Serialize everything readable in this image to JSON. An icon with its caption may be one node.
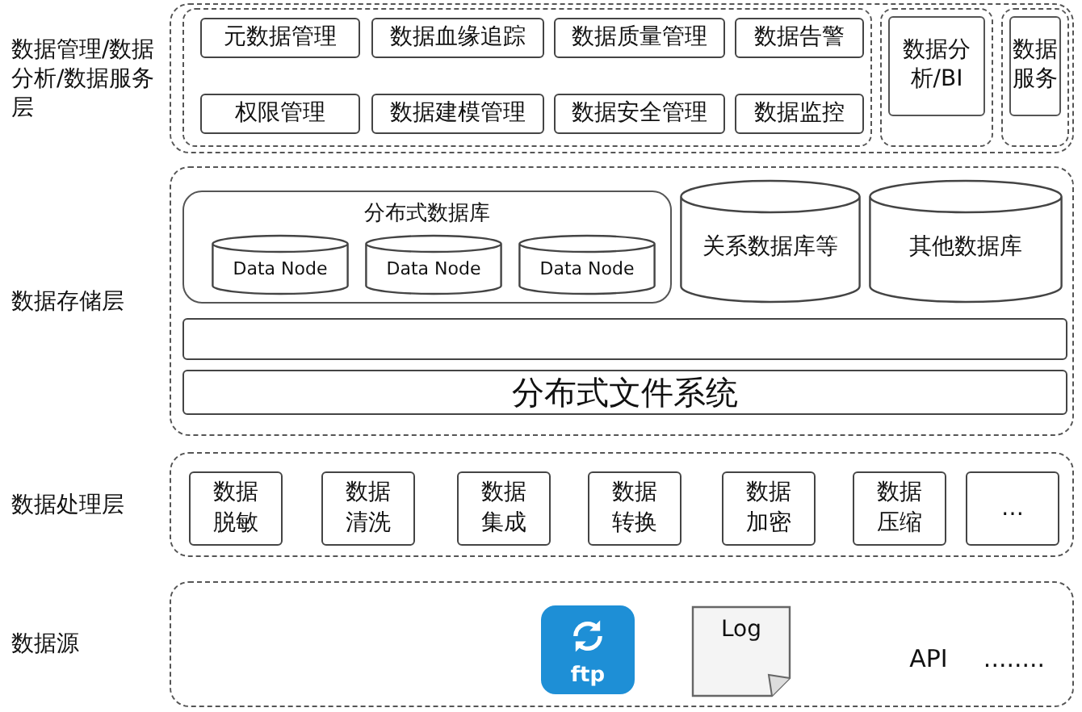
{
  "diagram": {
    "nodes": [
      {
        "text": [
          "数据管理/数据分析/数据服务层"
        ]
      },
      {
        "text": [],
        "shape": "box",
        "in": 0
      },
      {
        "text": [
          "元数据管理"
        ],
        "in": 1
      },
      {
        "text": [
          "数据血缘追踪"
        ],
        "in": 1
      },
      {
        "text": [
          "数据质量管理"
        ],
        "in": 1
      },
      {
        "text": [
          "数据告警"
        ],
        "in": 1
      },
      {
        "text": [
          "权限管理"
        ],
        "in": 1
      },
      {
        "text": [
          "数据建模管理"
        ],
        "in": 1
      },
      {
        "text": [
          "数据安全管理"
        ],
        "in": 1
      },
      {
        "text": [
          "数据监控"
        ],
        "in": 1
      },
      {
        "text": [
          "数据分析/BI"
        ],
        "in": 0
      },
      {
        "text": [
          "数据服务"
        ],
        "in": 0
      },
      {
        "text": [
          "数据存储层"
        ]
      },
      {
        "text": [
          "分布式数据库"
        ],
        "in": 12
      },
      {
        "text": [
          "Data Node"
        ],
        "in": 13
      },
      {
        "text": [
          "Data Node"
        ],
        "in": 13
      },
      {
        "text": [
          "Data Node"
        ],
        "in": 13
      },
      {
        "text": [
          "关系数据库等"
        ],
        "in": 12
      },
      {
        "text": [
          "其他数据库"
        ],
        "in": 12
      },
      {
        "text": [],
        "shape": "bar",
        "in": 12
      },
      {
        "text": [
          "分布式文件系统"
        ],
        "in": 12
      },
      {
        "text": [
          "数据处理层"
        ]
      },
      {
        "text": [
          "数据脱敏"
        ],
        "in": 21
      },
      {
        "text": [
          "数据清洗"
        ],
        "in": 21
      },
      {
        "text": [
          "数据集成"
        ],
        "in": 21
      },
      {
        "text": [
          "数据转换"
        ],
        "in": 21
      },
      {
        "text": [
          "数据加密"
        ],
        "in": 21
      },
      {
        "text": [
          "数据压缩"
        ],
        "in": 21
      },
      {
        "text": [
          "…"
        ],
        "in": 21
      },
      {
        "text": [
          "数据源"
        ]
      },
      {
        "text": [
          "ftp"
        ],
        "in": 29
      },
      {
        "text": [
          "Log"
        ],
        "in": 29
      }
    ],
    "edges": [],
    "labels": [
      "API",
      "........"
    ]
  }
}
